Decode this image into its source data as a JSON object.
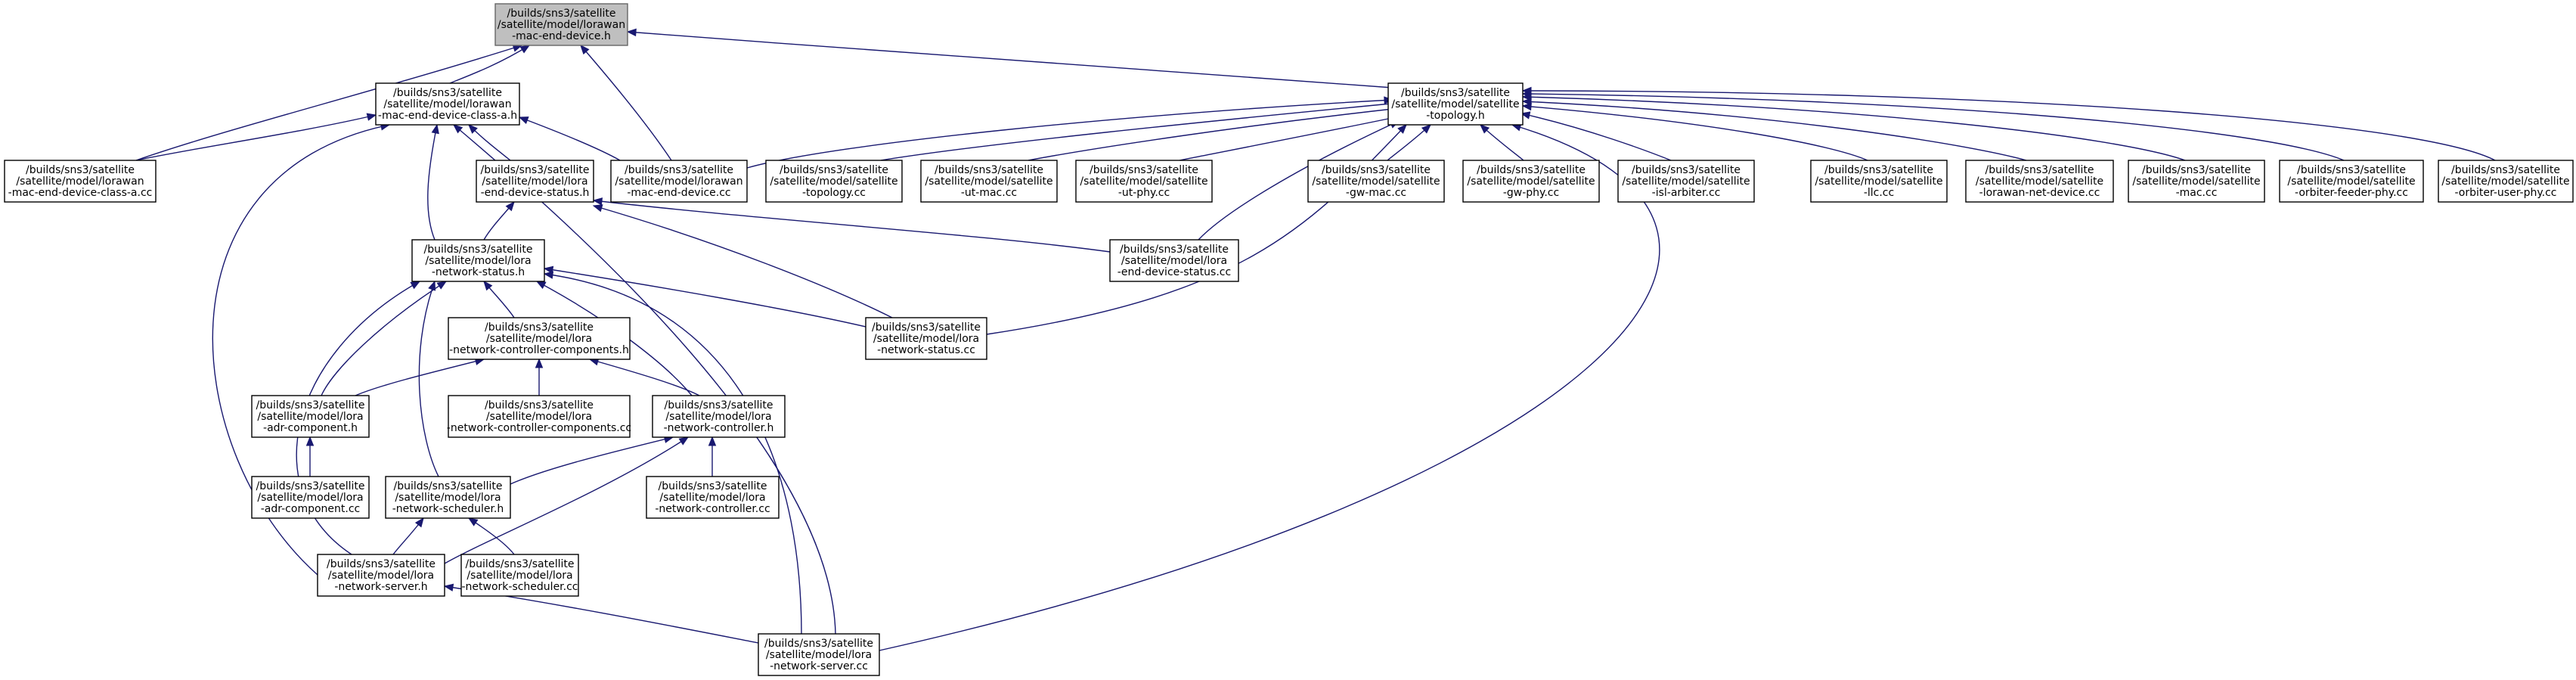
{
  "diagram": {
    "nodes": [
      {
        "id": "n0",
        "lines": [
          "/builds/sns3/satellite",
          "/satellite/model/lorawan",
          "-mac-end-device.h"
        ],
        "root": true
      },
      {
        "id": "n1",
        "lines": [
          "/builds/sns3/satellite",
          "/satellite/model/lorawan",
          "-mac-end-device-class-a.h"
        ]
      },
      {
        "id": "n2",
        "lines": [
          "/builds/sns3/satellite",
          "/satellite/model/satellite",
          "-topology.h"
        ]
      },
      {
        "id": "n3",
        "lines": [
          "/builds/sns3/satellite",
          "/satellite/model/lorawan",
          "-mac-end-device-class-a.cc"
        ]
      },
      {
        "id": "n4",
        "lines": [
          "/builds/sns3/satellite",
          "/satellite/model/lora",
          "-end-device-status.h"
        ]
      },
      {
        "id": "n5",
        "lines": [
          "/builds/sns3/satellite",
          "/satellite/model/lorawan",
          "-mac-end-device.cc"
        ]
      },
      {
        "id": "n6",
        "lines": [
          "/builds/sns3/satellite",
          "/satellite/model/satellite",
          "-topology.cc"
        ]
      },
      {
        "id": "n7",
        "lines": [
          "/builds/sns3/satellite",
          "/satellite/model/satellite",
          "-ut-mac.cc"
        ]
      },
      {
        "id": "n8",
        "lines": [
          "/builds/sns3/satellite",
          "/satellite/model/satellite",
          "-ut-phy.cc"
        ]
      },
      {
        "id": "n9",
        "lines": [
          "/builds/sns3/satellite",
          "/satellite/model/satellite",
          "-gw-mac.cc"
        ]
      },
      {
        "id": "n10",
        "lines": [
          "/builds/sns3/satellite",
          "/satellite/model/satellite",
          "-gw-phy.cc"
        ]
      },
      {
        "id": "n11",
        "lines": [
          "/builds/sns3/satellite",
          "/satellite/model/satellite",
          "-isl-arbiter.cc"
        ]
      },
      {
        "id": "n12",
        "lines": [
          "/builds/sns3/satellite",
          "/satellite/model/satellite",
          "-llc.cc"
        ]
      },
      {
        "id": "n13",
        "lines": [
          "/builds/sns3/satellite",
          "/satellite/model/satellite",
          "-lorawan-net-device.cc"
        ]
      },
      {
        "id": "n14",
        "lines": [
          "/builds/sns3/satellite",
          "/satellite/model/satellite",
          "-mac.cc"
        ]
      },
      {
        "id": "n15",
        "lines": [
          "/builds/sns3/satellite",
          "/satellite/model/satellite",
          "-orbiter-feeder-phy.cc"
        ]
      },
      {
        "id": "n16",
        "lines": [
          "/builds/sns3/satellite",
          "/satellite/model/satellite",
          "-orbiter-user-phy.cc"
        ]
      },
      {
        "id": "n17",
        "lines": [
          "/builds/sns3/satellite",
          "/satellite/model/lora",
          "-network-status.h"
        ]
      },
      {
        "id": "n18",
        "lines": [
          "/builds/sns3/satellite",
          "/satellite/model/lora",
          "-end-device-status.cc"
        ]
      },
      {
        "id": "n19",
        "lines": [
          "/builds/sns3/satellite",
          "/satellite/model/lora",
          "-network-controller-components.h"
        ]
      },
      {
        "id": "n20",
        "lines": [
          "/builds/sns3/satellite",
          "/satellite/model/lora",
          "-network-status.cc"
        ]
      },
      {
        "id": "n21",
        "lines": [
          "/builds/sns3/satellite",
          "/satellite/model/lora",
          "-adr-component.h"
        ]
      },
      {
        "id": "n22",
        "lines": [
          "/builds/sns3/satellite",
          "/satellite/model/lora",
          "-network-controller-components.cc"
        ]
      },
      {
        "id": "n23",
        "lines": [
          "/builds/sns3/satellite",
          "/satellite/model/lora",
          "-network-controller.h"
        ]
      },
      {
        "id": "n24",
        "lines": [
          "/builds/sns3/satellite",
          "/satellite/model/lora",
          "-adr-component.cc"
        ]
      },
      {
        "id": "n25",
        "lines": [
          "/builds/sns3/satellite",
          "/satellite/model/lora",
          "-network-scheduler.h"
        ]
      },
      {
        "id": "n26",
        "lines": [
          "/builds/sns3/satellite",
          "/satellite/model/lora",
          "-network-controller.cc"
        ]
      },
      {
        "id": "n27",
        "lines": [
          "/builds/sns3/satellite",
          "/satellite/model/lora",
          "-network-server.h"
        ]
      },
      {
        "id": "n28",
        "lines": [
          "/builds/sns3/satellite",
          "/satellite/model/lora",
          "-network-scheduler.cc"
        ]
      },
      {
        "id": "n29",
        "lines": [
          "/builds/sns3/satellite",
          "/satellite/model/lora",
          "-network-server.cc"
        ]
      }
    ],
    "edges": [
      {
        "from": "n0",
        "to": "n1"
      },
      {
        "from": "n0",
        "to": "n2"
      },
      {
        "from": "n0",
        "to": "n3"
      },
      {
        "from": "n0",
        "to": "n5"
      },
      {
        "from": "n1",
        "to": "n3"
      },
      {
        "from": "n1",
        "to": "n4"
      },
      {
        "from": "n1",
        "to": "n5"
      },
      {
        "from": "n1",
        "to": "n17"
      },
      {
        "from": "n1",
        "to": "n27"
      },
      {
        "from": "n1",
        "to": "n29"
      },
      {
        "from": "n2",
        "to": "n5"
      },
      {
        "from": "n2",
        "to": "n6"
      },
      {
        "from": "n2",
        "to": "n7"
      },
      {
        "from": "n2",
        "to": "n8"
      },
      {
        "from": "n2",
        "to": "n9"
      },
      {
        "from": "n2",
        "to": "n10"
      },
      {
        "from": "n2",
        "to": "n11"
      },
      {
        "from": "n2",
        "to": "n12"
      },
      {
        "from": "n2",
        "to": "n13"
      },
      {
        "from": "n2",
        "to": "n14"
      },
      {
        "from": "n2",
        "to": "n15"
      },
      {
        "from": "n2",
        "to": "n16"
      },
      {
        "from": "n2",
        "to": "n18"
      },
      {
        "from": "n2",
        "to": "n20"
      },
      {
        "from": "n2",
        "to": "n29"
      },
      {
        "from": "n4",
        "to": "n17"
      },
      {
        "from": "n4",
        "to": "n18"
      },
      {
        "from": "n4",
        "to": "n20"
      },
      {
        "from": "n17",
        "to": "n19"
      },
      {
        "from": "n17",
        "to": "n20"
      },
      {
        "from": "n17",
        "to": "n21"
      },
      {
        "from": "n17",
        "to": "n23"
      },
      {
        "from": "n17",
        "to": "n25"
      },
      {
        "from": "n17",
        "to": "n27"
      },
      {
        "from": "n17",
        "to": "n29"
      },
      {
        "from": "n19",
        "to": "n21"
      },
      {
        "from": "n19",
        "to": "n22"
      },
      {
        "from": "n19",
        "to": "n23"
      },
      {
        "from": "n21",
        "to": "n24"
      },
      {
        "from": "n23",
        "to": "n25"
      },
      {
        "from": "n23",
        "to": "n26"
      },
      {
        "from": "n23",
        "to": "n27"
      },
      {
        "from": "n25",
        "to": "n27"
      },
      {
        "from": "n25",
        "to": "n28"
      },
      {
        "from": "n27",
        "to": "n29"
      }
    ]
  }
}
